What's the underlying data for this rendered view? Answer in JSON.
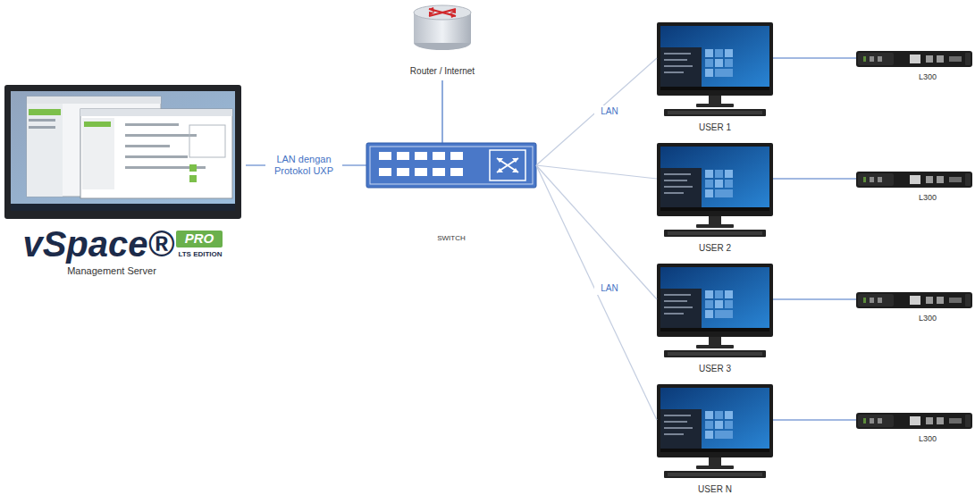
{
  "diagram": {
    "nodes": [
      {
        "text": [
          "vSpace®",
          "PRO",
          "LTS EDITION",
          "Management Server"
        ]
      },
      {
        "text": [
          "Router / Internet"
        ]
      },
      {
        "text": [
          "SWITCH"
        ]
      },
      {
        "text": [
          "USER 1"
        ]
      },
      {
        "text": [
          "L300"
        ]
      },
      {
        "text": [
          "USER 2"
        ]
      },
      {
        "text": [
          "L300"
        ]
      },
      {
        "text": [
          "USER 3"
        ]
      },
      {
        "text": [
          "L300"
        ]
      },
      {
        "text": [
          "USER N"
        ]
      },
      {
        "text": [
          "L300"
        ]
      }
    ],
    "edges": [
      {
        "from": 0,
        "to": 2,
        "arrow": "none",
        "label": "LAN dengan Protokol UXP"
      },
      {
        "from": 1,
        "to": 2,
        "arrow": "none"
      },
      {
        "from": 2,
        "to": 3,
        "arrow": "none",
        "label": "LAN"
      },
      {
        "from": 2,
        "to": 5,
        "arrow": "none"
      },
      {
        "from": 2,
        "to": 7,
        "arrow": "none",
        "label": "LAN"
      },
      {
        "from": 2,
        "to": 9,
        "arrow": "none"
      },
      {
        "from": 3,
        "to": 4,
        "arrow": "none"
      },
      {
        "from": 5,
        "to": 6,
        "arrow": "none"
      },
      {
        "from": 7,
        "to": 8,
        "arrow": "none"
      },
      {
        "from": 9,
        "to": 10,
        "arrow": "none"
      }
    ]
  }
}
